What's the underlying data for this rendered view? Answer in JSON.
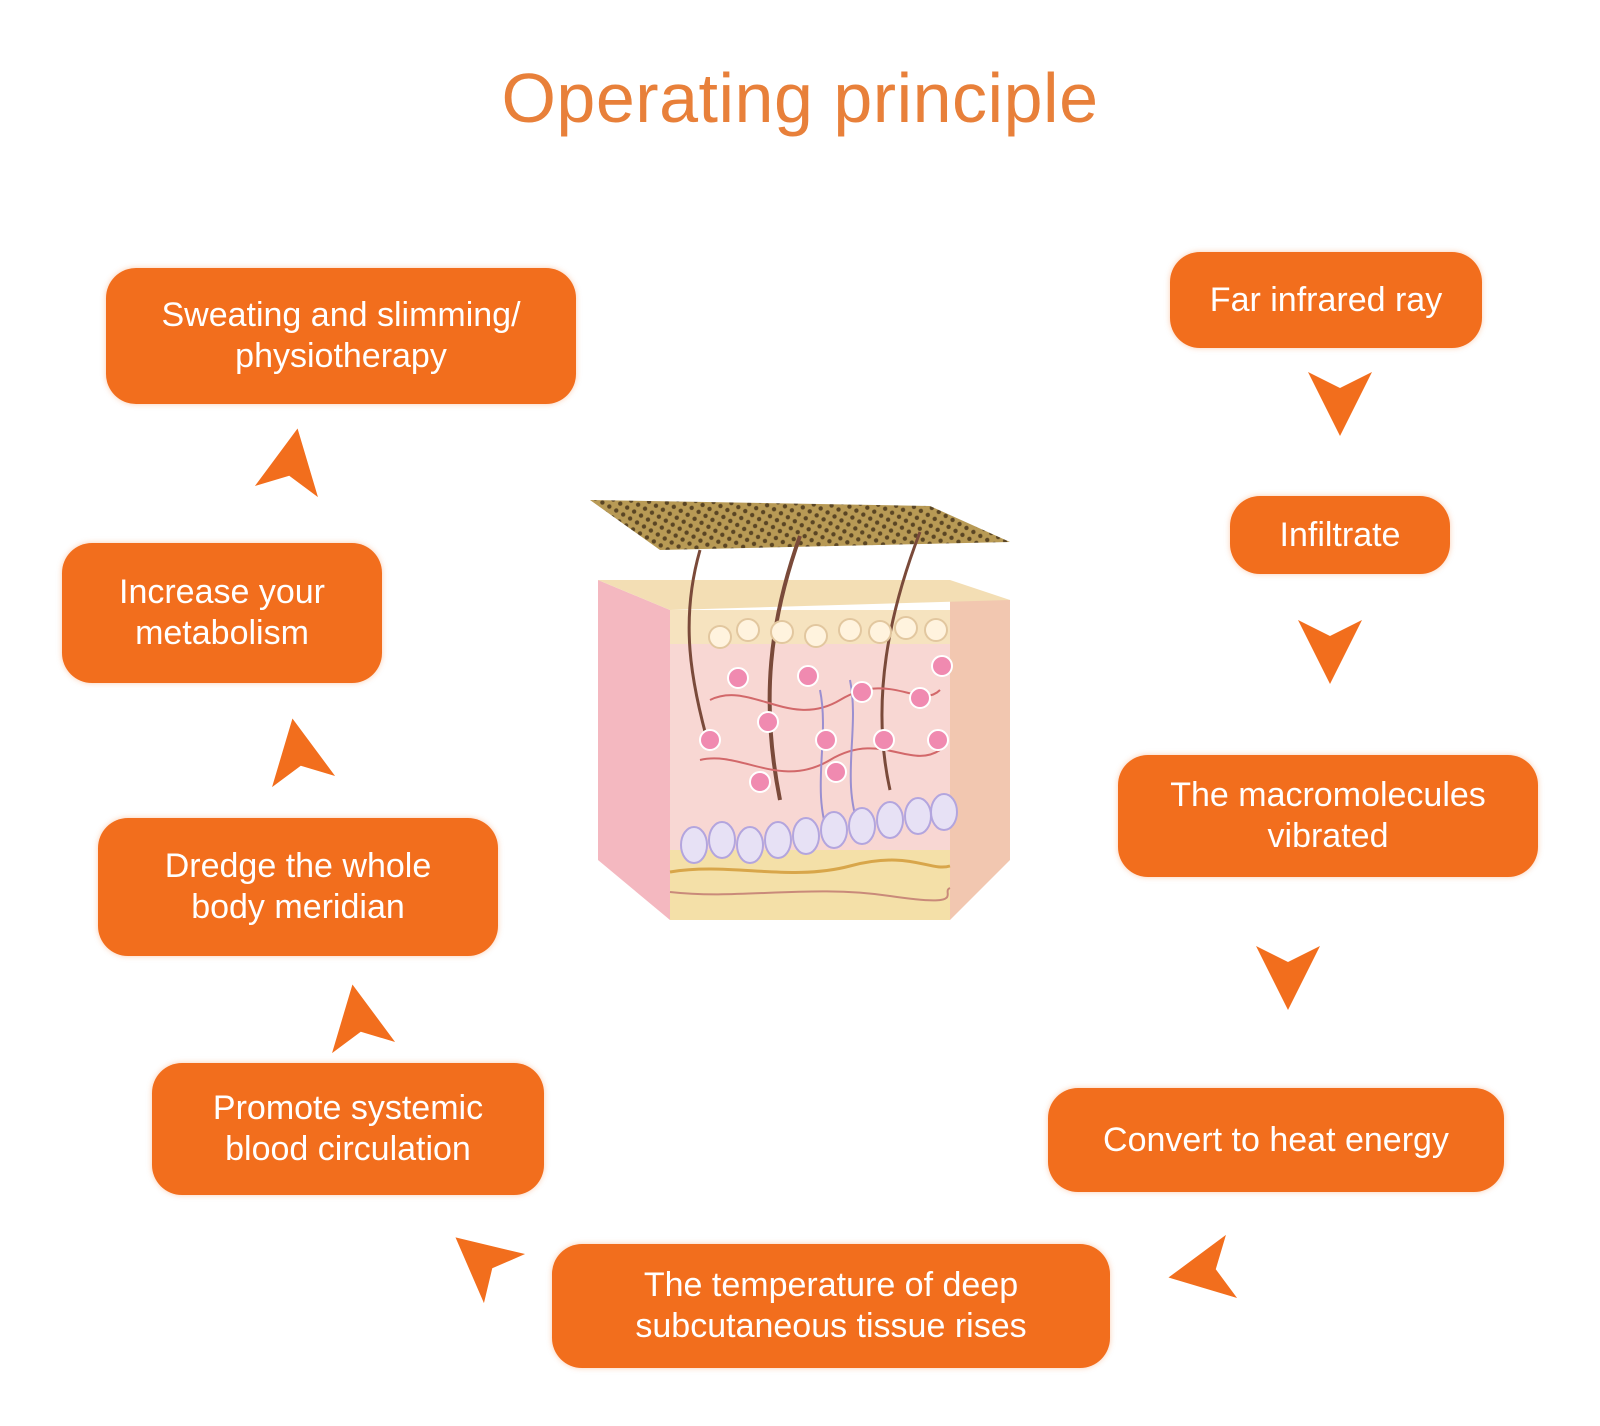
{
  "title": "Operating principle",
  "colors": {
    "accent": "#f26e1d",
    "title": "#e8803a",
    "arrow": "#f26e1d"
  },
  "steps": [
    "Far infrared ray",
    "Infiltrate",
    "The macromolecules\nvibrated",
    "Convert to heat energy",
    "The temperature of deep\nsubcutaneous tissue rises",
    "Promote systemic\nblood circulation",
    "Dredge the whole\nbody meridian",
    "Increase your\nmetabolism",
    "Sweating and slimming/\nphysiotherapy"
  ],
  "illustration": "skin-cross-section-with-heating-pad"
}
